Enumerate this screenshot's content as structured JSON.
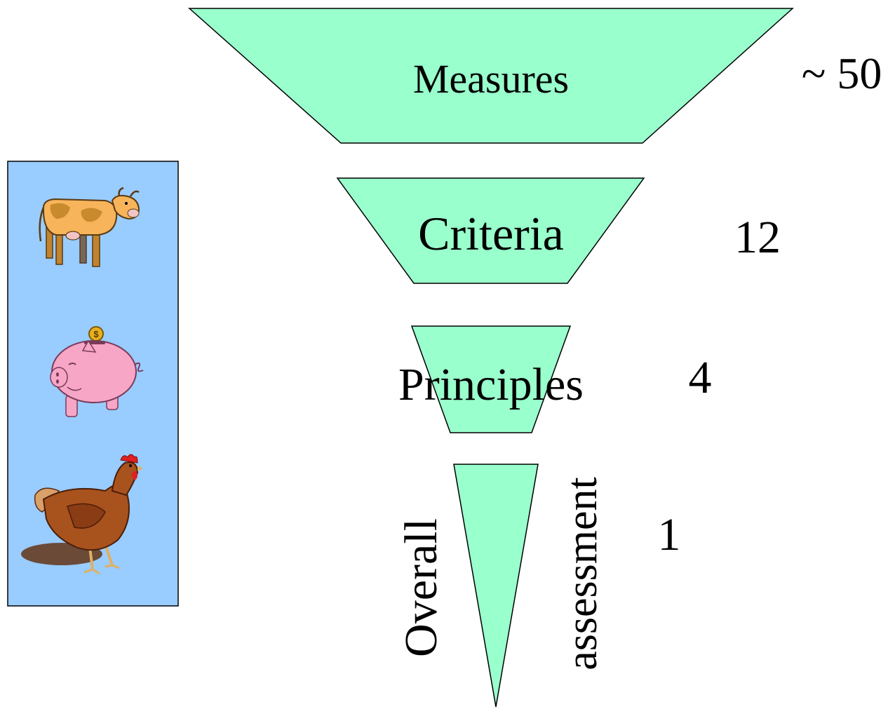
{
  "funnel": {
    "levels": [
      {
        "label": "Measures",
        "count": "~ 50"
      },
      {
        "label": "Criteria",
        "count": "12"
      },
      {
        "label": "Principles",
        "count": "4"
      },
      {
        "label": "Overall",
        "label2": "assessment",
        "count": "1"
      }
    ],
    "fill_color": "#99ffcc",
    "stroke_color": "#000000"
  },
  "animal_panel": {
    "background_color": "#99ccff",
    "icons": [
      "cow-icon",
      "piggy-bank-icon",
      "hen-icon"
    ]
  }
}
